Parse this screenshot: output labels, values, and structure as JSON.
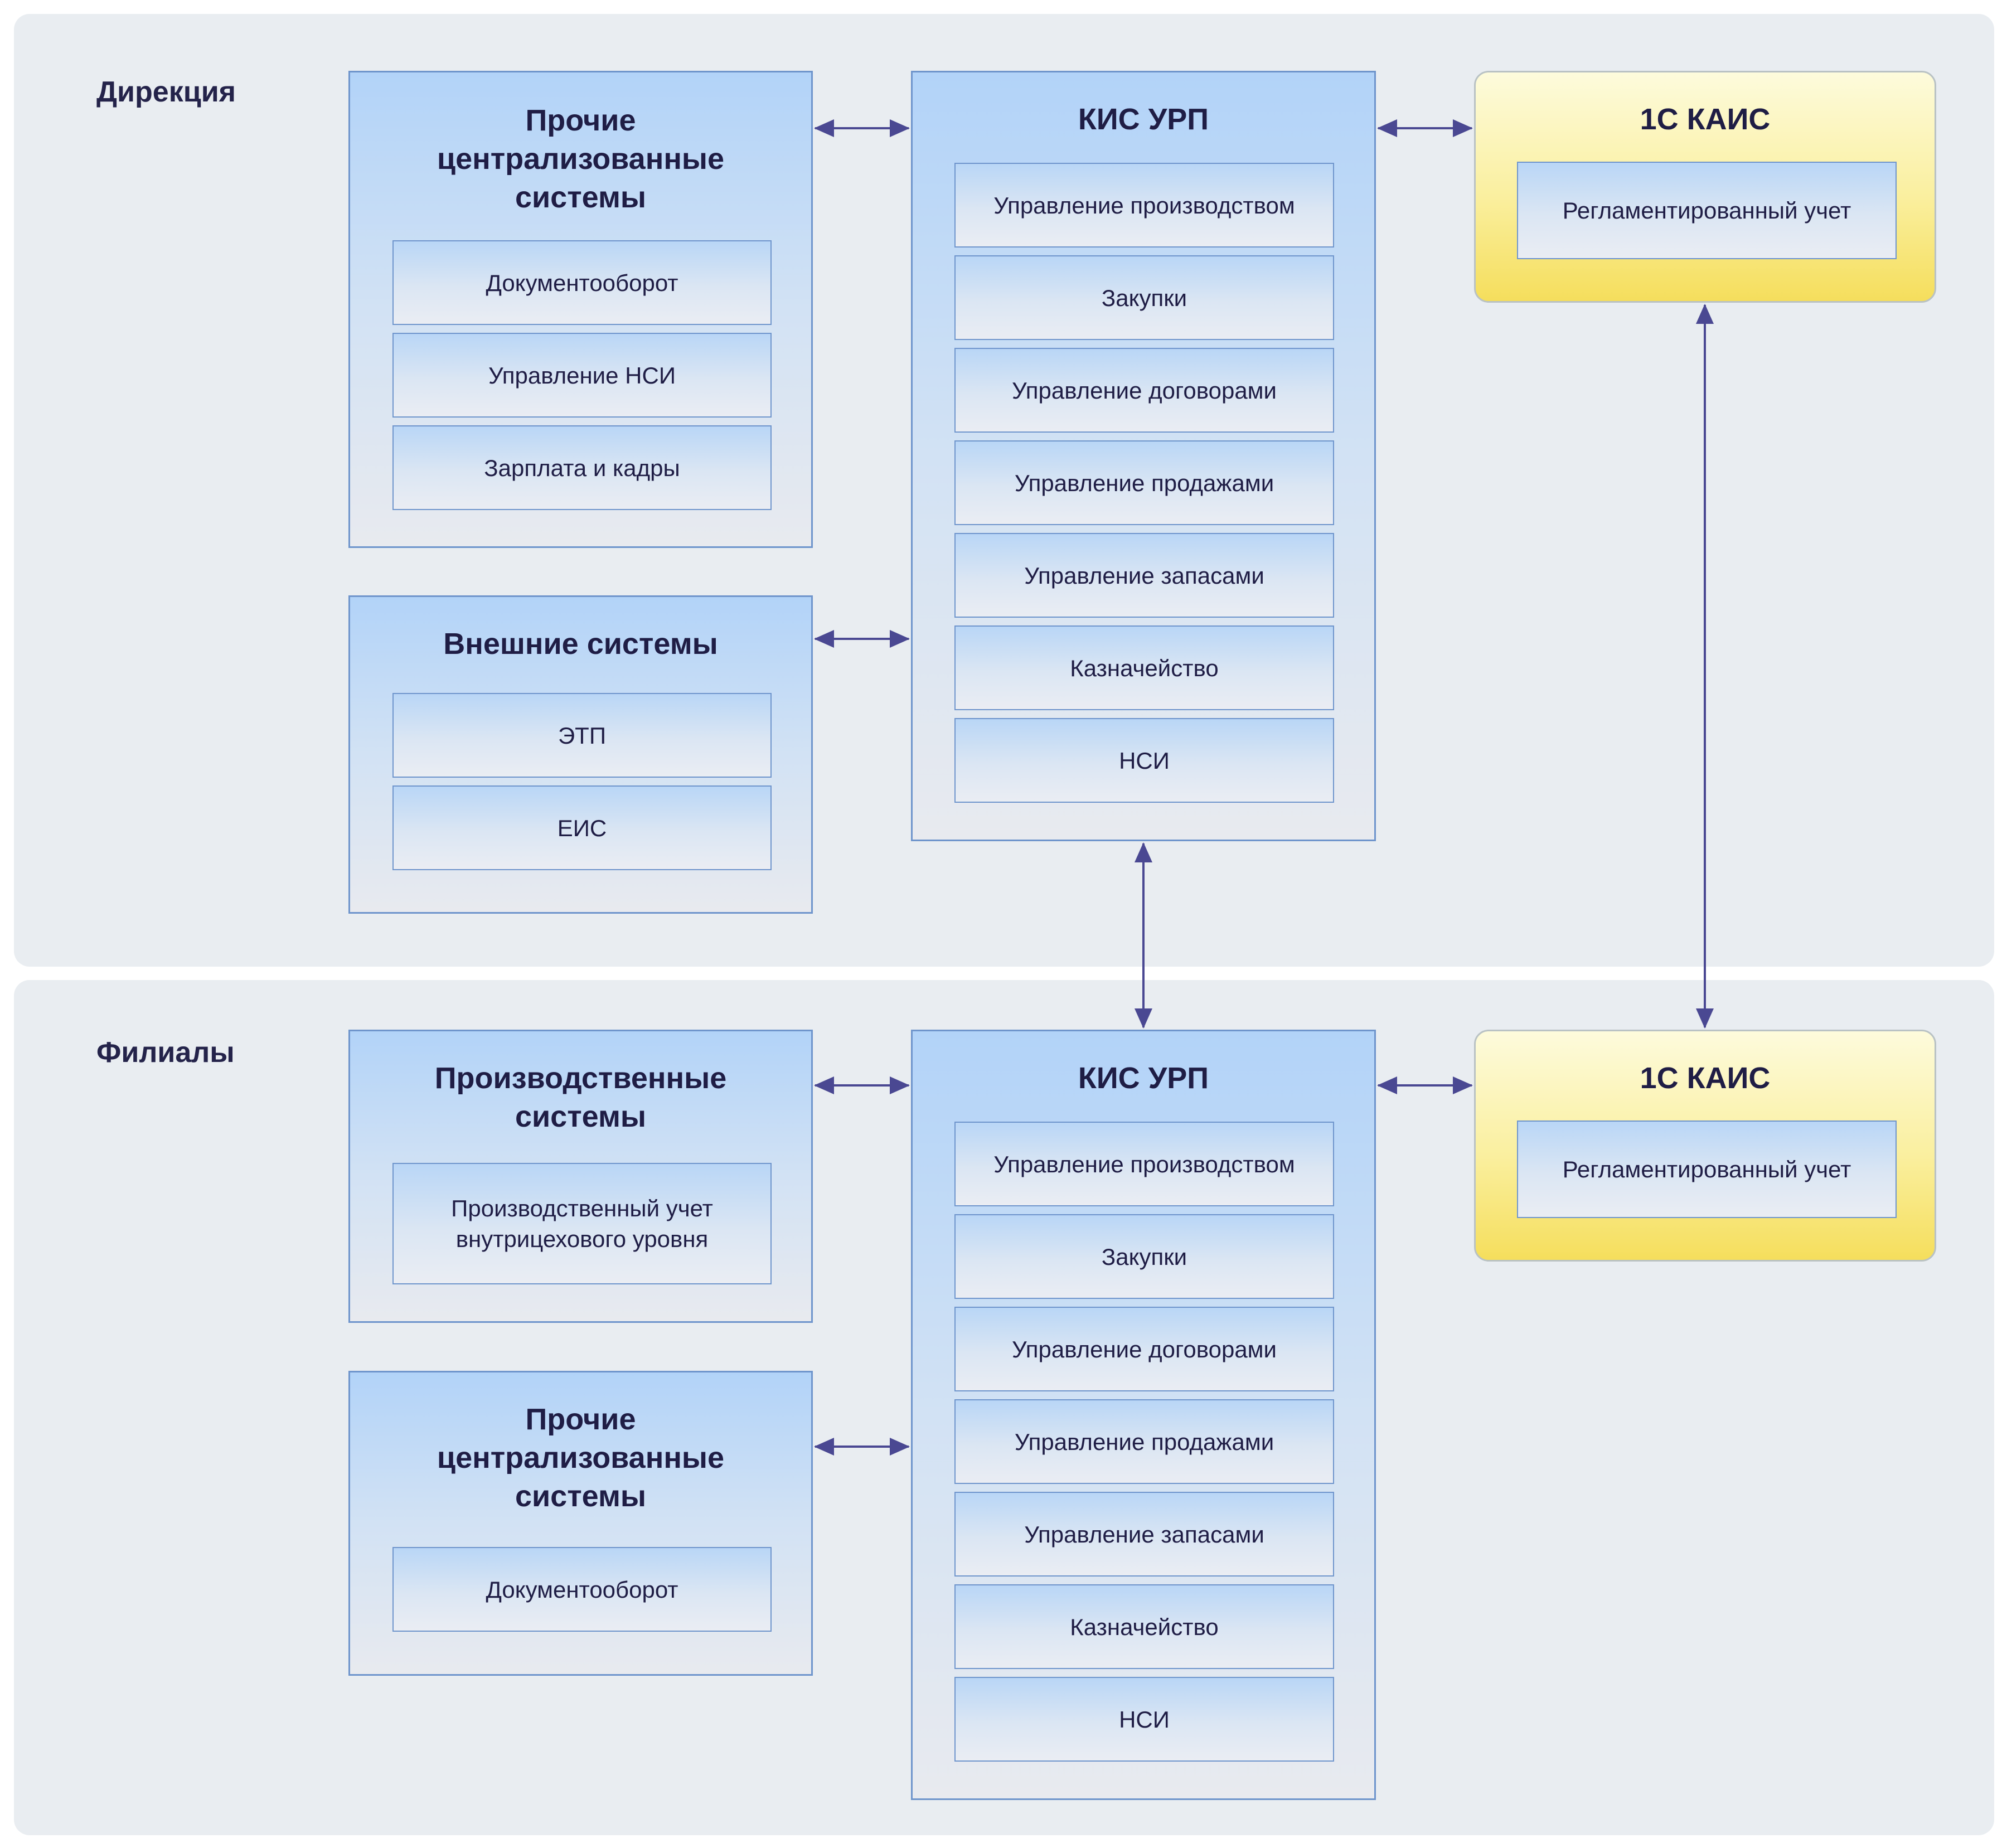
{
  "regions": {
    "direction": "Дирекция",
    "branches": "Филиалы"
  },
  "direction": {
    "other_central": {
      "title": "Прочие централизованные системы",
      "modules": [
        "Документооборот",
        "Управление НСИ",
        "Зарплата и кадры"
      ]
    },
    "external": {
      "title": "Внешние системы",
      "modules": [
        "ЭТП",
        "ЕИС"
      ]
    },
    "kis": {
      "title": "КИС УРП",
      "modules": [
        "Управление производством",
        "Закупки",
        "Управление договорами",
        "Управление продажами",
        "Управление запасами",
        "Казначейство",
        "НСИ"
      ]
    },
    "kais": {
      "title": "1С КАИС",
      "modules": [
        "Регламентированный учет"
      ]
    }
  },
  "branches": {
    "production": {
      "title": "Производственные системы",
      "modules": [
        "Производственный учет внутрицехового уровня"
      ]
    },
    "other_central": {
      "title": "Прочие централизованные системы",
      "modules": [
        "Документооборот"
      ]
    },
    "kis": {
      "title": "КИС УРП",
      "modules": [
        "Управление производством",
        "Закупки",
        "Управление договорами",
        "Управление продажами",
        "Управление запасами",
        "Казначейство",
        "НСИ"
      ]
    },
    "kais": {
      "title": "1С КАИС",
      "modules": [
        "Регламентированный учет"
      ]
    }
  },
  "colors": {
    "region_bg": "#e9edf1",
    "box_border": "#6f95cc",
    "box_fill_top": "#b2d3f8",
    "kais_fill_bottom": "#f5de5c",
    "arrow": "#4a4892"
  }
}
